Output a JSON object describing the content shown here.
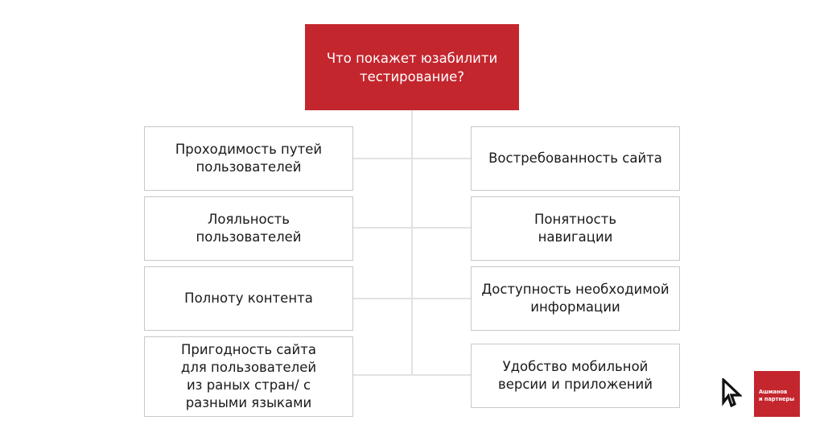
{
  "root": {
    "label": "Что покажет юзабилити тестирование?",
    "color": "#c4262e"
  },
  "left_nodes": [
    {
      "label": "Проходимость путей пользователей"
    },
    {
      "label": "Лояльность пользователей"
    },
    {
      "label": "Полноту контента"
    },
    {
      "label": "Пригодность сайта для пользователей из раных стран/ с разными языками"
    }
  ],
  "right_nodes": [
    {
      "label": "Востребованность сайта"
    },
    {
      "label": "Понятность навигации"
    },
    {
      "label": "Доступность необходимой информации"
    },
    {
      "label": "Удобство мобильной версии и приложений"
    }
  ],
  "logo": {
    "icon": "cursor-a-icon",
    "line1": "Ашманов",
    "line2": "и партнеры",
    "color": "#c4262e"
  }
}
